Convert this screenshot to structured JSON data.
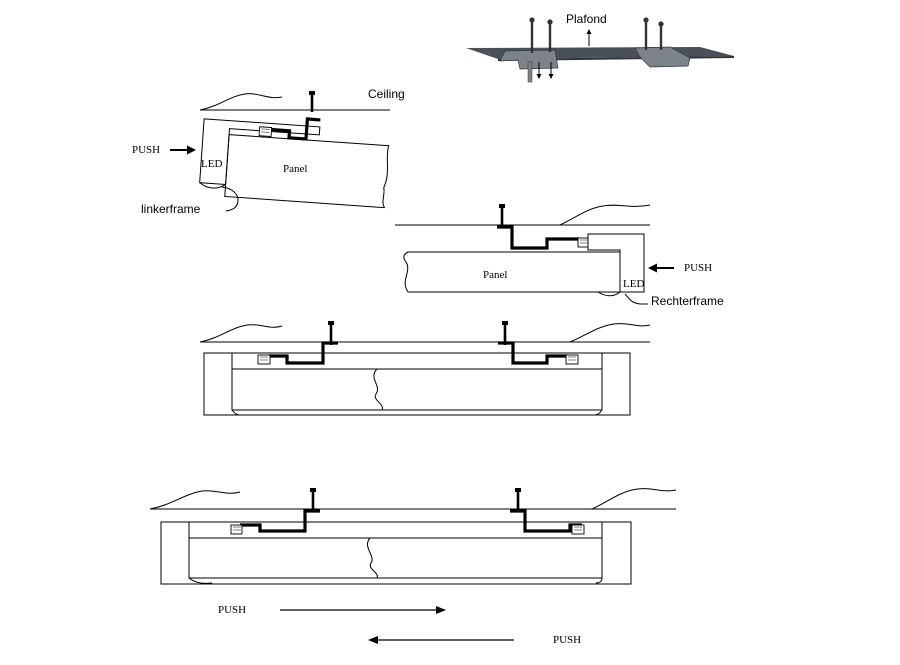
{
  "labels": {
    "plafond": "Plafond",
    "ceiling": "Ceiling",
    "push_left": "PUSH",
    "led_left": "LED",
    "panel_left": "Panel",
    "linkerframe": "linkerframe",
    "push_right": "PUSH",
    "panel_right": "Panel",
    "led_right": "LED",
    "rechterframe": "Rechterframe",
    "push_bottom_right": "PUSH",
    "push_bottom_left": "PUSH"
  },
  "colors": {
    "line": "#000000",
    "panel_3d_top": "#4a5059",
    "panel_3d_side": "#2f343a",
    "bracket_3d": "#7c838b"
  }
}
